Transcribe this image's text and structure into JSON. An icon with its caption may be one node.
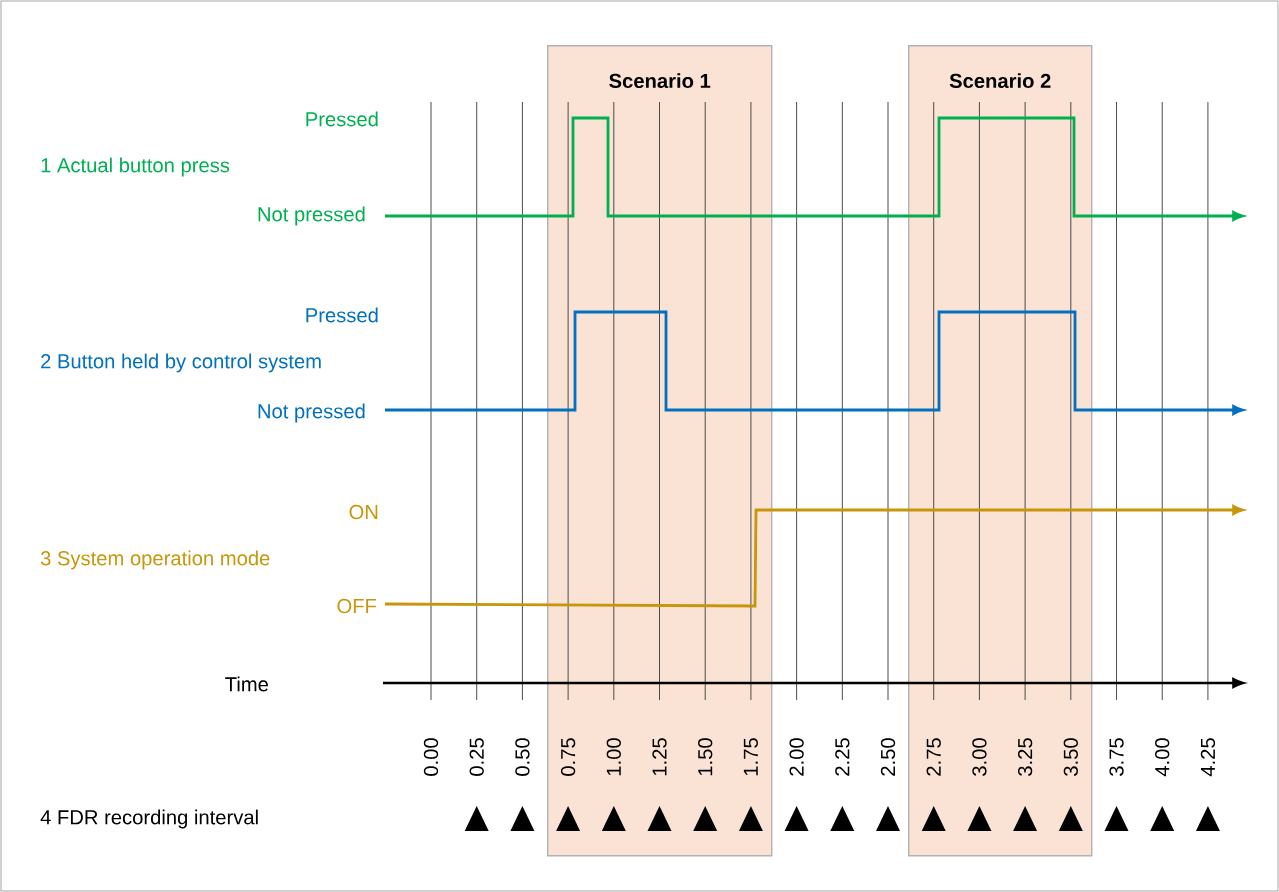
{
  "diagram": {
    "nodes": [
      {
        "text": [
          "Scenario 1"
        ]
      },
      {
        "text": [
          "Scenario 2"
        ]
      }
    ],
    "labels": [
      "Pressed",
      "1 Actual button press",
      "Not pressed",
      "Pressed",
      "2 Button held by control system",
      "Not pressed",
      "ON",
      "3 System operation mode",
      "OFF",
      "Time",
      "0.00",
      "0.25",
      "0.50",
      "0.75",
      "1.00",
      "1.25",
      "1.50",
      "1.75",
      "2.00",
      "2.25",
      "2.50",
      "2.75",
      "3.00",
      "3.25",
      "3.50",
      "3.75",
      "4.00",
      "4.25",
      "4 FDR recording interval"
    ]
  }
}
